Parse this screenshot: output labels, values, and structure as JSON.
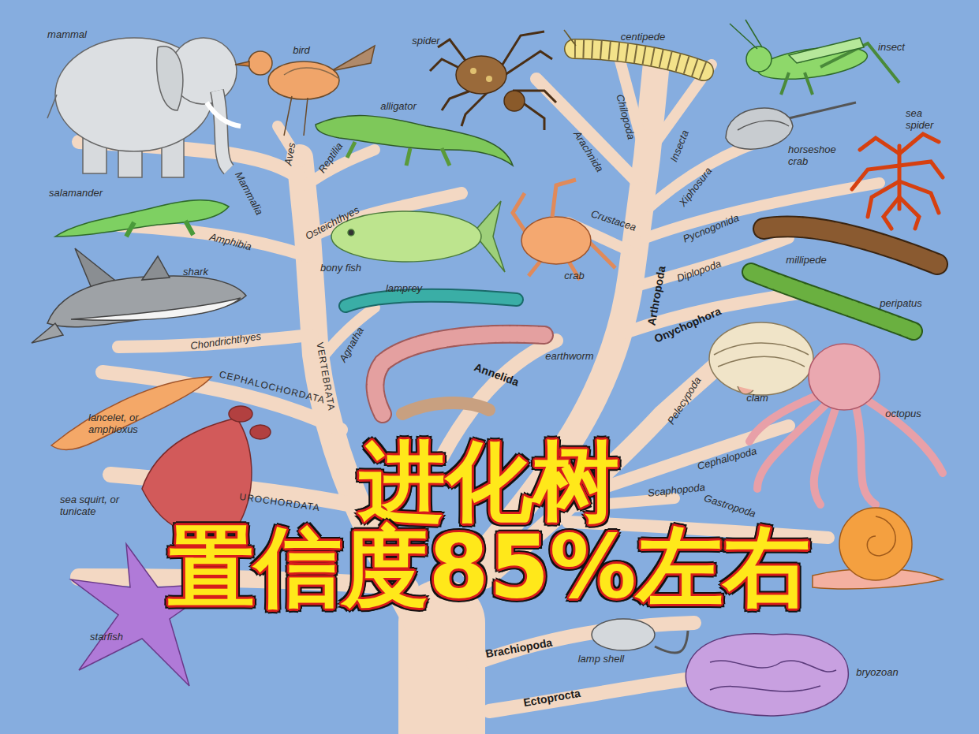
{
  "diagram": {
    "labels": [
      "mammal",
      "bird",
      "spider",
      "centipede",
      "insect",
      "alligator",
      "Mammalia",
      "Aves",
      "Reptilia",
      "Arachnida",
      "Chilopoda",
      "Insecta",
      "horseshoe crab",
      "sea spider",
      "Xiphosura",
      "salamander",
      "Osteichthyes",
      "Crustacea",
      "Pycnogonida",
      "Amphibia",
      "bony fish",
      "crab",
      "millipede",
      "Diplopoda",
      "shark",
      "lamprey",
      "Arthropoda",
      "peripatus",
      "Onychophora",
      "earthworm",
      "Chondrichthyes",
      "Agnatha",
      "VERTEBRATA",
      "Annelida",
      "clam",
      "octopus",
      "CEPHALOCHORDATA",
      "lancelet, or amphioxus",
      "Pelecypoda",
      "sea squirt, or tunicate",
      "UROCHORDATA",
      "Cephalopoda",
      "Scaphopoda",
      "Gastropoda",
      "starfish",
      "Brachiopoda",
      "lamp shell",
      "bryozoan",
      "Ectoprocta",
      "进化树",
      "置信度85%左右"
    ]
  }
}
